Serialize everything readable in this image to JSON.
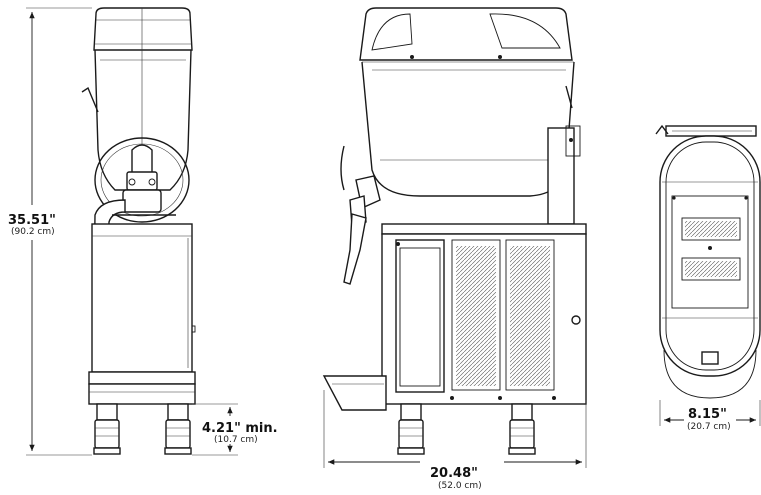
{
  "dimensions": {
    "height": {
      "imperial": "35.51\"",
      "metric": "(90.2 cm)"
    },
    "leg_clearance": {
      "imperial": "4.21\" min.",
      "metric": "(10.7 cm)"
    },
    "depth": {
      "imperial": "20.48\"",
      "metric": "(52.0 cm)"
    },
    "width": {
      "imperial": "8.15\"",
      "metric": "(20.7 cm)"
    }
  }
}
